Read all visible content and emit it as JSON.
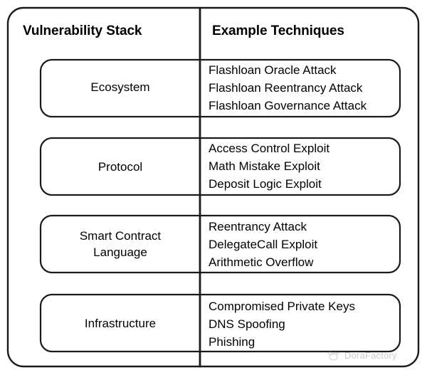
{
  "diagram": {
    "type": "two-column-table",
    "columns": [
      {
        "id": "stack",
        "header": "Vulnerability Stack"
      },
      {
        "id": "techniques",
        "header": "Example Techniques"
      }
    ],
    "rows": [
      {
        "stack": "Ecosystem",
        "techniques": [
          "Flashloan Oracle Attack",
          "Flashloan Reentrancy Attack",
          "Flashloan Governance Attack"
        ]
      },
      {
        "stack": "Protocol",
        "techniques": [
          "Access Control Exploit",
          "Math Mistake Exploit",
          "Deposit Logic Exploit"
        ]
      },
      {
        "stack": "Smart Contract\nLanguage",
        "techniques": [
          "Reentrancy Attack",
          "DelegateCall Exploit",
          "Arithmetic Overflow"
        ]
      },
      {
        "stack": "Infrastructure",
        "techniques": [
          "Compromised Private Keys",
          "DNS Spoofing",
          "Phishing"
        ]
      }
    ]
  },
  "watermark": {
    "text": "DoraFactory",
    "icon": "dora-paw-logo-icon"
  },
  "colors": {
    "stroke": "#1a1a1a",
    "background": "#ffffff",
    "text": "#000000",
    "watermark": "#555555"
  }
}
